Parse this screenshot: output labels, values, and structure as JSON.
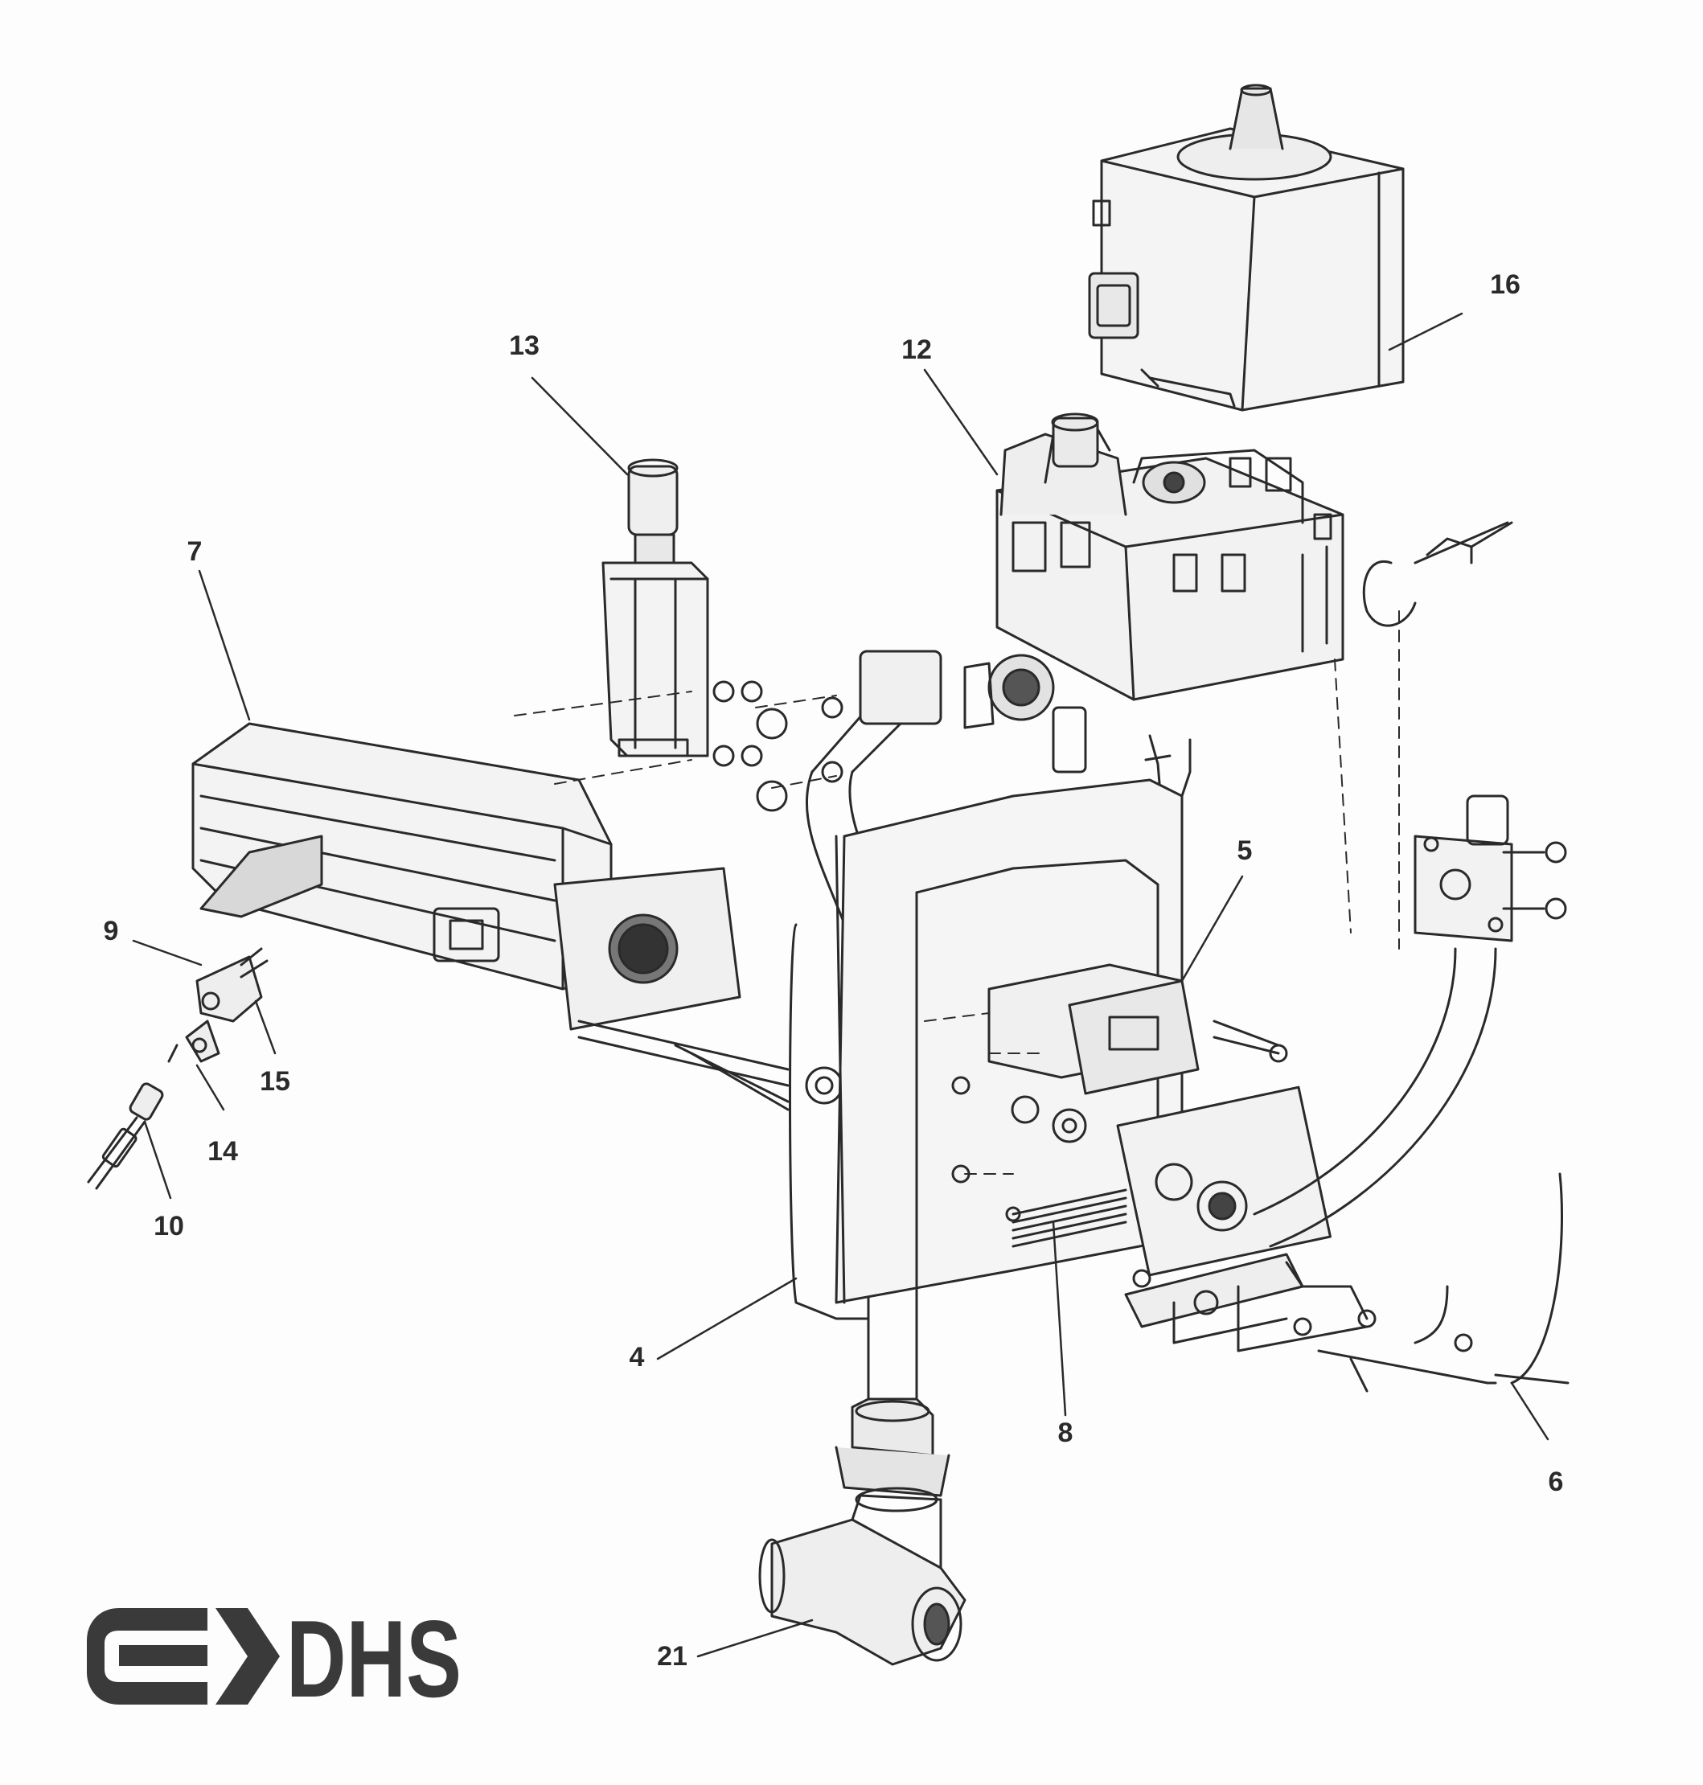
{
  "diagram": {
    "colors": {
      "ink": "#2a2a2a",
      "paper": "#fdfdfd",
      "logo": "#3a3a3a"
    },
    "labels": {
      "part_4": "4",
      "part_5": "5",
      "part_6": "6",
      "part_7": "7",
      "part_8": "8",
      "part_9": "9",
      "part_10": "10",
      "part_12": "12",
      "part_13": "13",
      "part_14": "14",
      "part_15": "15",
      "part_16": "16",
      "part_21": "21"
    },
    "logo": {
      "text": "DHS",
      "mark_icon": "arrow-bracket-icon"
    }
  }
}
